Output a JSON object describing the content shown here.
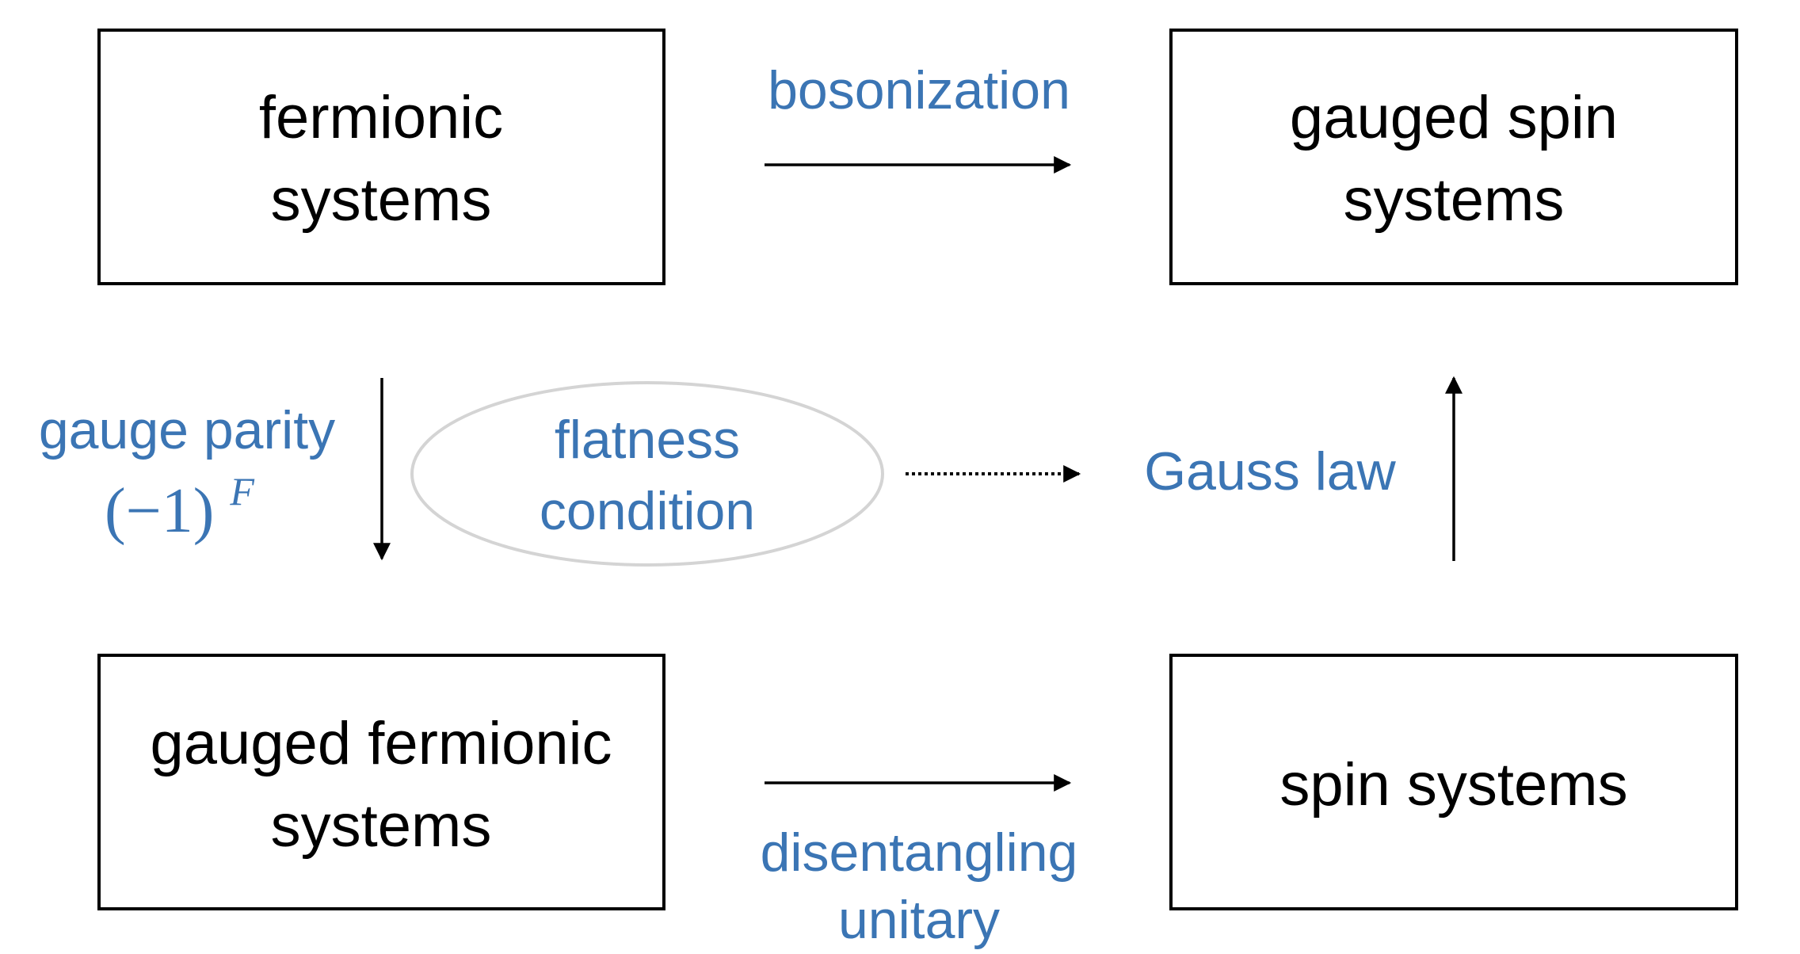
{
  "colors": {
    "label": "#3b75b4",
    "box_border": "#000000",
    "ellipse_border": "#d4d4d4",
    "arrow": "#000000"
  },
  "boxes": {
    "fermionic": {
      "line1": "fermionic",
      "line2": "systems"
    },
    "gauged_spin": {
      "line1": "gauged spin",
      "line2": "systems"
    },
    "gauged_fermionic": {
      "line1": "gauged fermionic",
      "line2": "systems"
    },
    "spin": {
      "line1": "spin systems"
    }
  },
  "edges": {
    "top": {
      "label": "bosonization"
    },
    "bottom": {
      "line1": "disentangling",
      "line2": "unitary"
    },
    "left": {
      "line1": "gauge parity",
      "math_base": "(−1)",
      "math_sup": "F"
    },
    "right": {
      "label": "Gauss law"
    },
    "ellipse": {
      "line1": "flatness",
      "line2": "condition"
    }
  }
}
